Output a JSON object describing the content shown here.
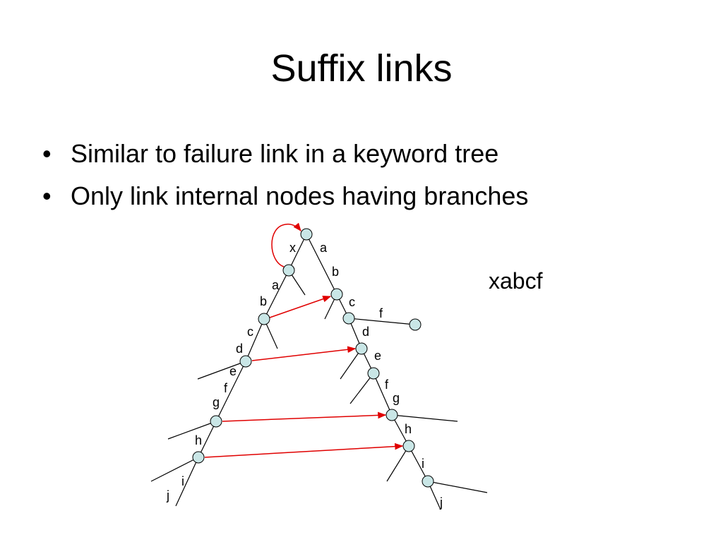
{
  "slide": {
    "title": "Suffix links",
    "bullets": [
      "Similar to failure link in a keyword tree",
      "Only link internal nodes having branches"
    ],
    "example_string": "xabcf"
  },
  "diagram": {
    "node_fill": "#c9e6e6",
    "node_stroke": "#000000",
    "link_color": "#e00000",
    "edge_labels": [
      "x",
      "a",
      "a",
      "b",
      "b",
      "c",
      "c",
      "f",
      "d",
      "d",
      "e",
      "e",
      "f",
      "f",
      "g",
      "g",
      "h",
      "h",
      "i",
      "i",
      "j",
      "j"
    ]
  }
}
